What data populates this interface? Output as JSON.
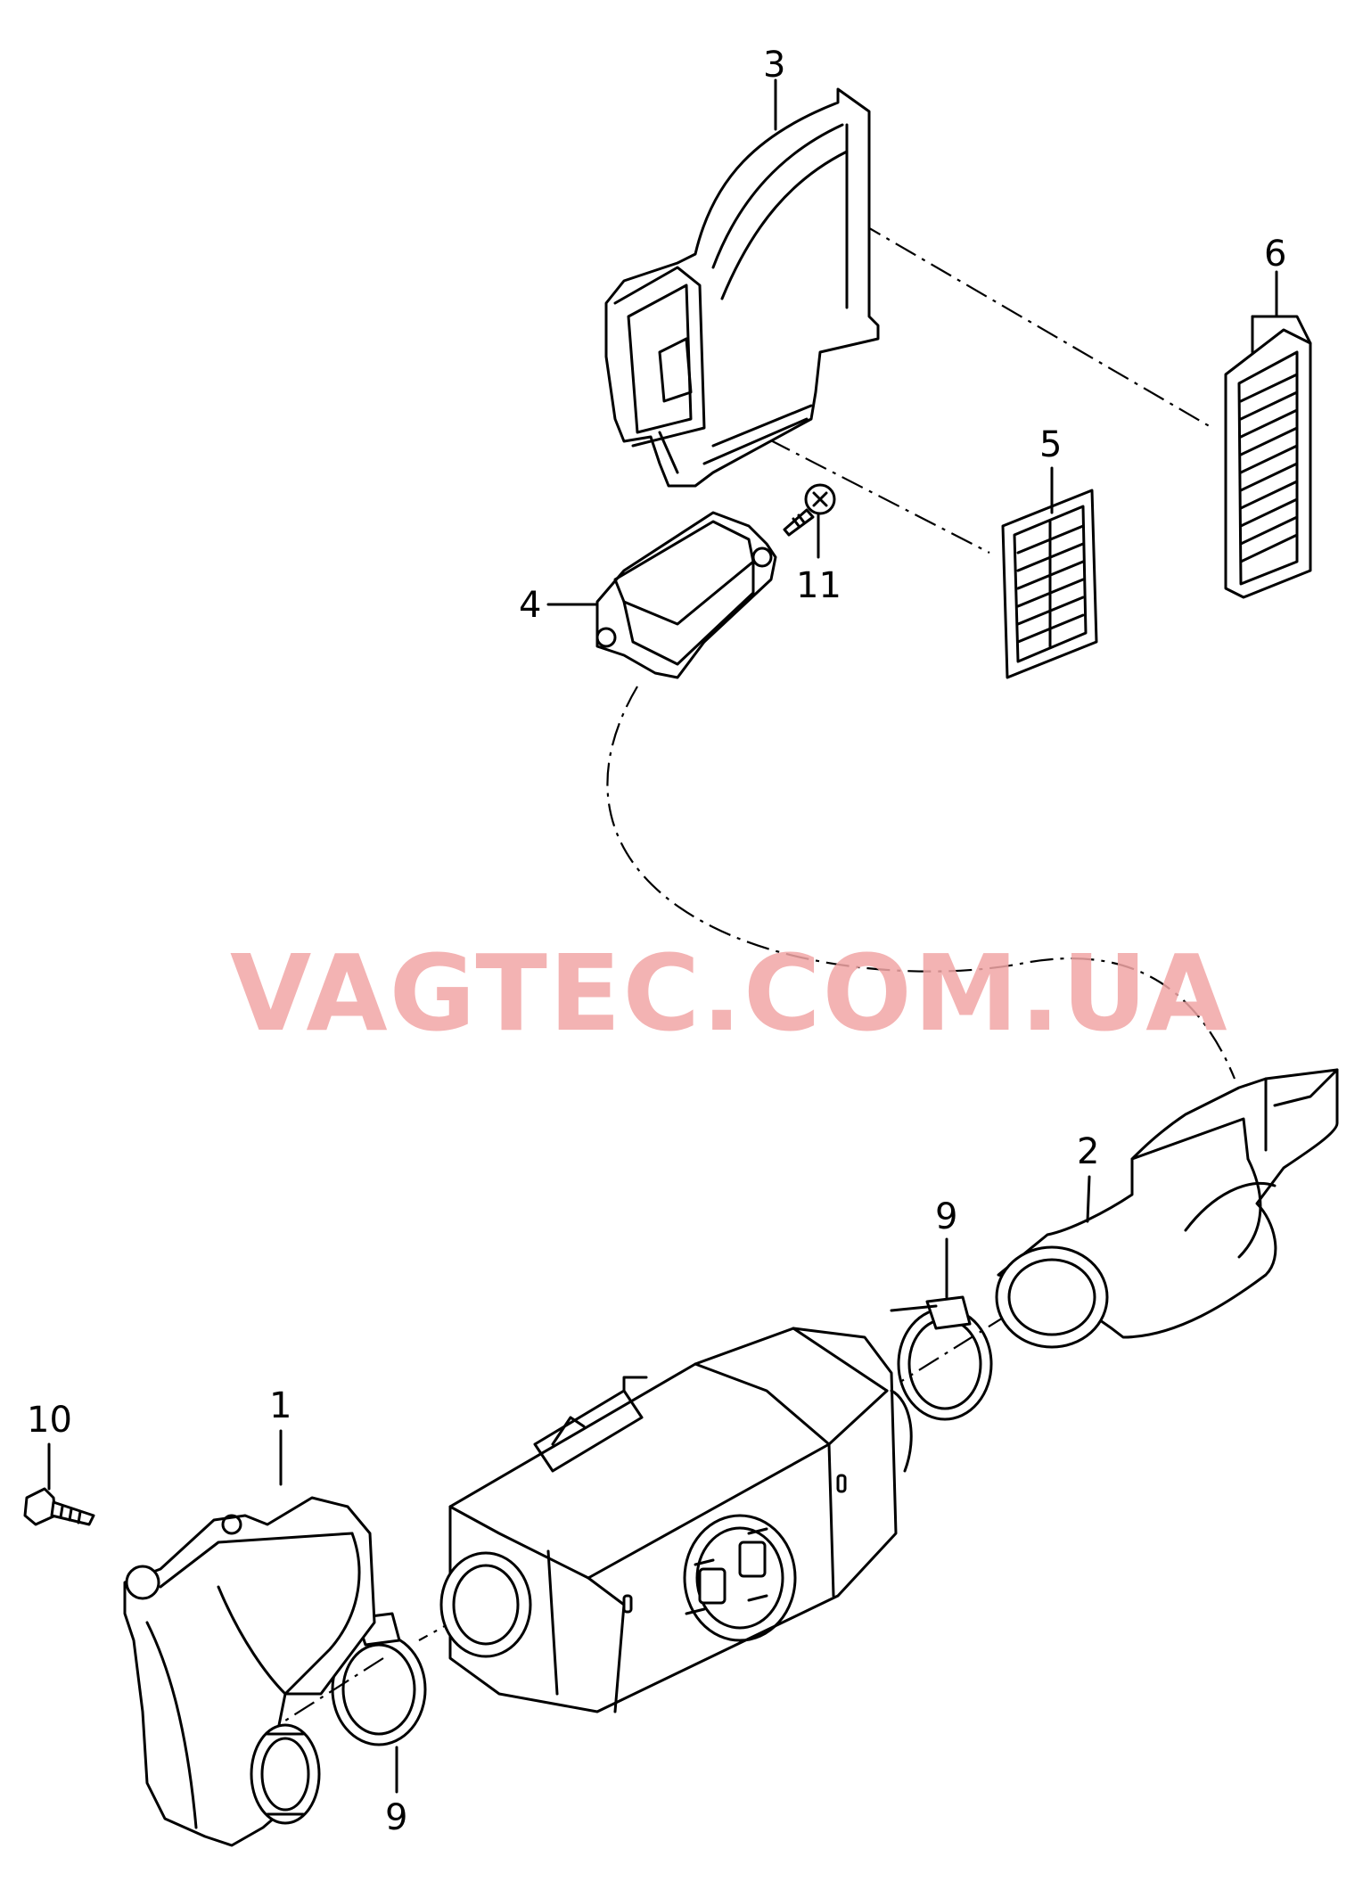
{
  "watermark": "VAGTEC.COM.UA",
  "labels": {
    "l1": "1",
    "l2": "2",
    "l3": "3",
    "l4": "4",
    "l5": "5",
    "l6": "6",
    "l9a": "9",
    "l9b": "9",
    "l10": "10",
    "l11": "11"
  },
  "colors": {
    "line": "#000000",
    "watermark": "#f2a6a6",
    "background": "#ffffff"
  }
}
